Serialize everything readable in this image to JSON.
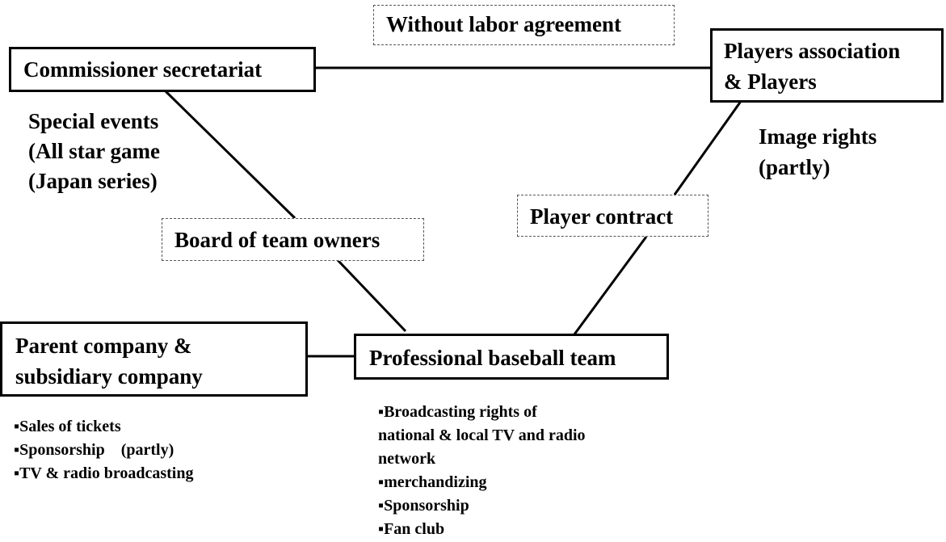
{
  "nodes": {
    "commissioner": "Commissioner secretariat",
    "players_line1": "Players association",
    "players_line2": "& Players",
    "team": "Professional baseball team",
    "parent_line1": "Parent company &",
    "parent_line2": "subsidiary company"
  },
  "relations": {
    "without_labor": "Without labor agreement",
    "board": "Board of team owners",
    "player_contract": "Player contract"
  },
  "rights": {
    "special_events": [
      "Special events",
      "(All star game",
      "(Japan series)"
    ],
    "image_rights": [
      "Image rights",
      "(partly)"
    ],
    "parent_items": [
      "▪Sales of tickets",
      "▪Sponsorship　(partly)",
      "▪TV & radio broadcasting"
    ],
    "team_items": [
      "▪Broadcasting rights of",
      "national  & local TV and radio",
      "network",
      "▪merchandizing",
      "▪Sponsorship",
      "▪Fan club"
    ]
  }
}
